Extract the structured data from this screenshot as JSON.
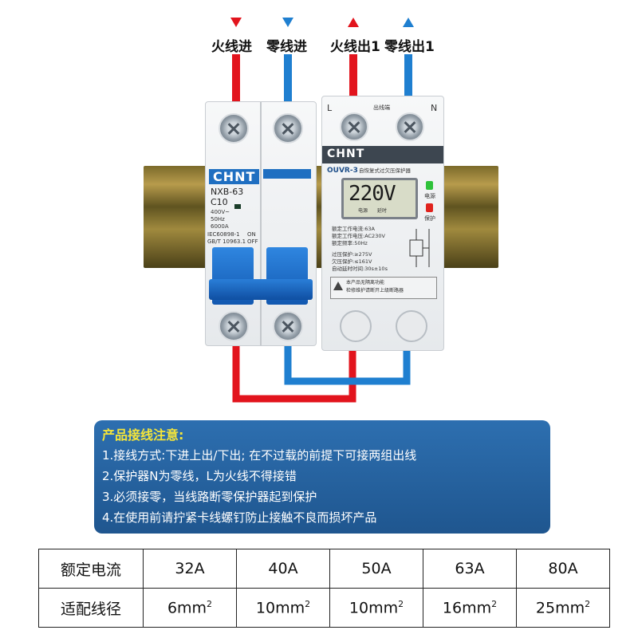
{
  "top_labels": {
    "live_in": "火线进",
    "neutral_in": "零线进",
    "live_out": "火线出1",
    "neutral_out": "零线出1"
  },
  "colors": {
    "live_wire": "#e2141d",
    "neutral_wire": "#1f7fd0",
    "note_box": "#2461a0",
    "note_title": "#f4e53a",
    "breaker_handle": "#1565c8",
    "lcd": "#d8dcc8"
  },
  "breaker": {
    "brand": "CHNT",
    "model": "NXB-63",
    "rating": "C10",
    "spec1": "400V~",
    "spec2": "50Hz",
    "spec3": "6000A",
    "std1": "IEC60898-1",
    "std2": "GB/T 10963.1",
    "on": "ON",
    "off": "OFF"
  },
  "protector": {
    "brand": "CHNT",
    "model": "OUVR-3",
    "subtitle": "自恢复式过欠压保护器",
    "terminal_l": "L",
    "terminal_n": "N",
    "terminal_label": "出线端",
    "display": "220V",
    "display_sub1": "电源",
    "display_sub2": "延时",
    "led_power": "电源",
    "led_protect": "保护",
    "spec1": "额定工作电流:63A",
    "spec2": "额定工作电压:AC230V",
    "spec3": "额定频率:50Hz",
    "spec4": "过压保护:≥275V",
    "spec5": "欠压保护:≤161V",
    "spec6": "自动延时时间:30s±10s",
    "warning1": "本产品无隔离功能",
    "warning2": "检修维护请断开上级断路器"
  },
  "notes": {
    "title": "产品接线注意:",
    "line1": "1.接线方式:下进上出/下出; 在不过载的前提下可接两组出线",
    "line2": "2.保护器N为零线，L为火线不得接错",
    "line3": "3.必须接零，当线路断零保护器起到保护",
    "line4": "4.在使用前请拧紧卡线螺钉防止接触不良而损坏产品"
  },
  "table": {
    "row1_header": "额定电流",
    "row1": [
      "32A",
      "40A",
      "50A",
      "63A",
      "80A"
    ],
    "row2_header": "适配线径",
    "row2": [
      {
        "num": "6mm",
        "sup": "2"
      },
      {
        "num": "10mm",
        "sup": "2"
      },
      {
        "num": "10mm",
        "sup": "2"
      },
      {
        "num": "16mm",
        "sup": "2"
      },
      {
        "num": "25mm",
        "sup": "2"
      }
    ]
  }
}
